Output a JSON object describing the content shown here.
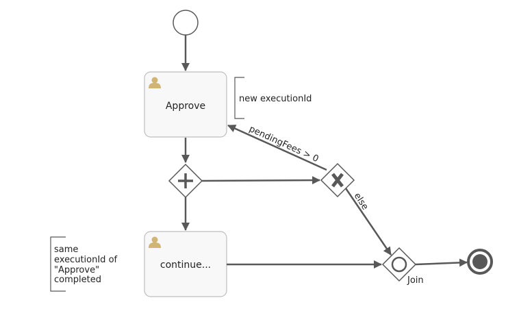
{
  "colors": {
    "line": "#585858",
    "task_fill": "#f8f8f8",
    "task_stroke": "#bdbdbd",
    "user_icon": "#d1b574",
    "text": "#222222"
  },
  "tasks": {
    "approve": {
      "label": "Approve",
      "icon": "user-icon"
    },
    "continue": {
      "label": "continue...",
      "icon": "user-icon"
    }
  },
  "annotations": {
    "approve_note": {
      "lines": [
        "new executionId"
      ]
    },
    "continue_note": {
      "lines": [
        "same",
        "executionId of",
        "\"Approve\"",
        "completed"
      ]
    }
  },
  "flows": {
    "pending_fees": {
      "label": "pendingFees > 0"
    },
    "else": {
      "label": "else"
    }
  },
  "gateways": {
    "parallel": {
      "type": "parallel",
      "symbol": "+"
    },
    "exclusive": {
      "type": "exclusive",
      "symbol": "X"
    },
    "join": {
      "type": "inclusive",
      "label": "Join"
    }
  },
  "events": {
    "start": {
      "type": "start"
    },
    "end": {
      "type": "end"
    }
  }
}
